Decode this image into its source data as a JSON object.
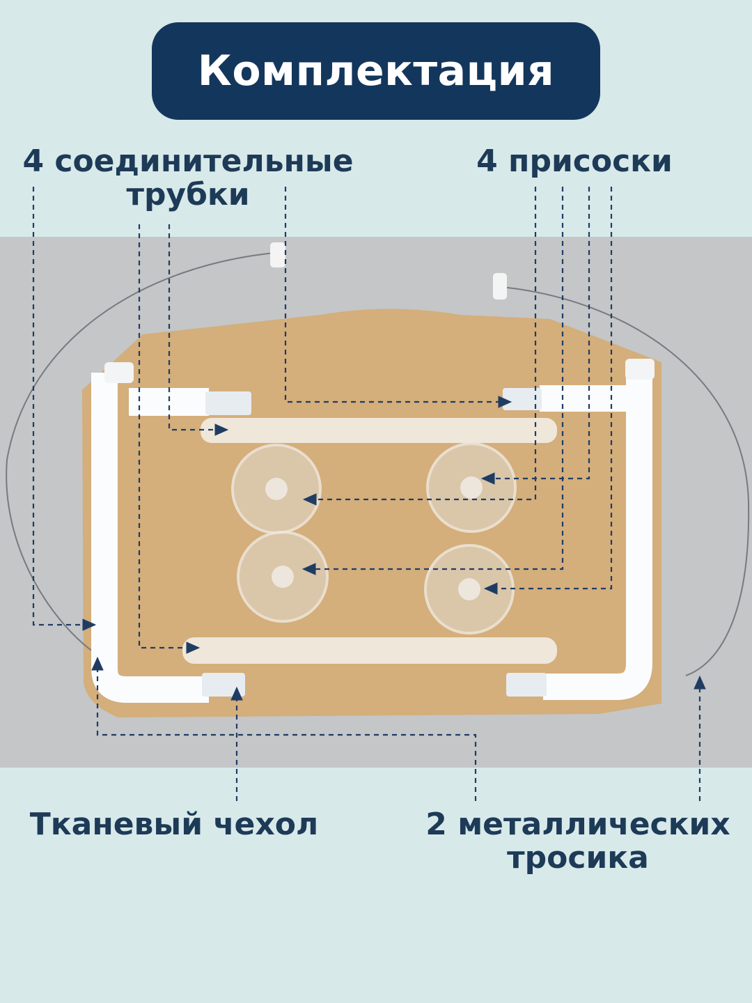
{
  "title": "Комплектация",
  "labels": {
    "tubes": "4 соединительные трубки",
    "suckers": "4 присоски",
    "cover": "Тканевый чехол",
    "cables": "2 металлических тросика"
  },
  "colors": {
    "background": "#d8e9ea",
    "photo_background": "#c5c7c8",
    "title_pill": "#13365c",
    "title_text": "#ffffff",
    "label_text": "#1d3a57",
    "fabric": "#d2ad7c",
    "tube": "#fbfcfd",
    "connector_tube": "#efe7da",
    "leader_line": "#1f3c63"
  }
}
